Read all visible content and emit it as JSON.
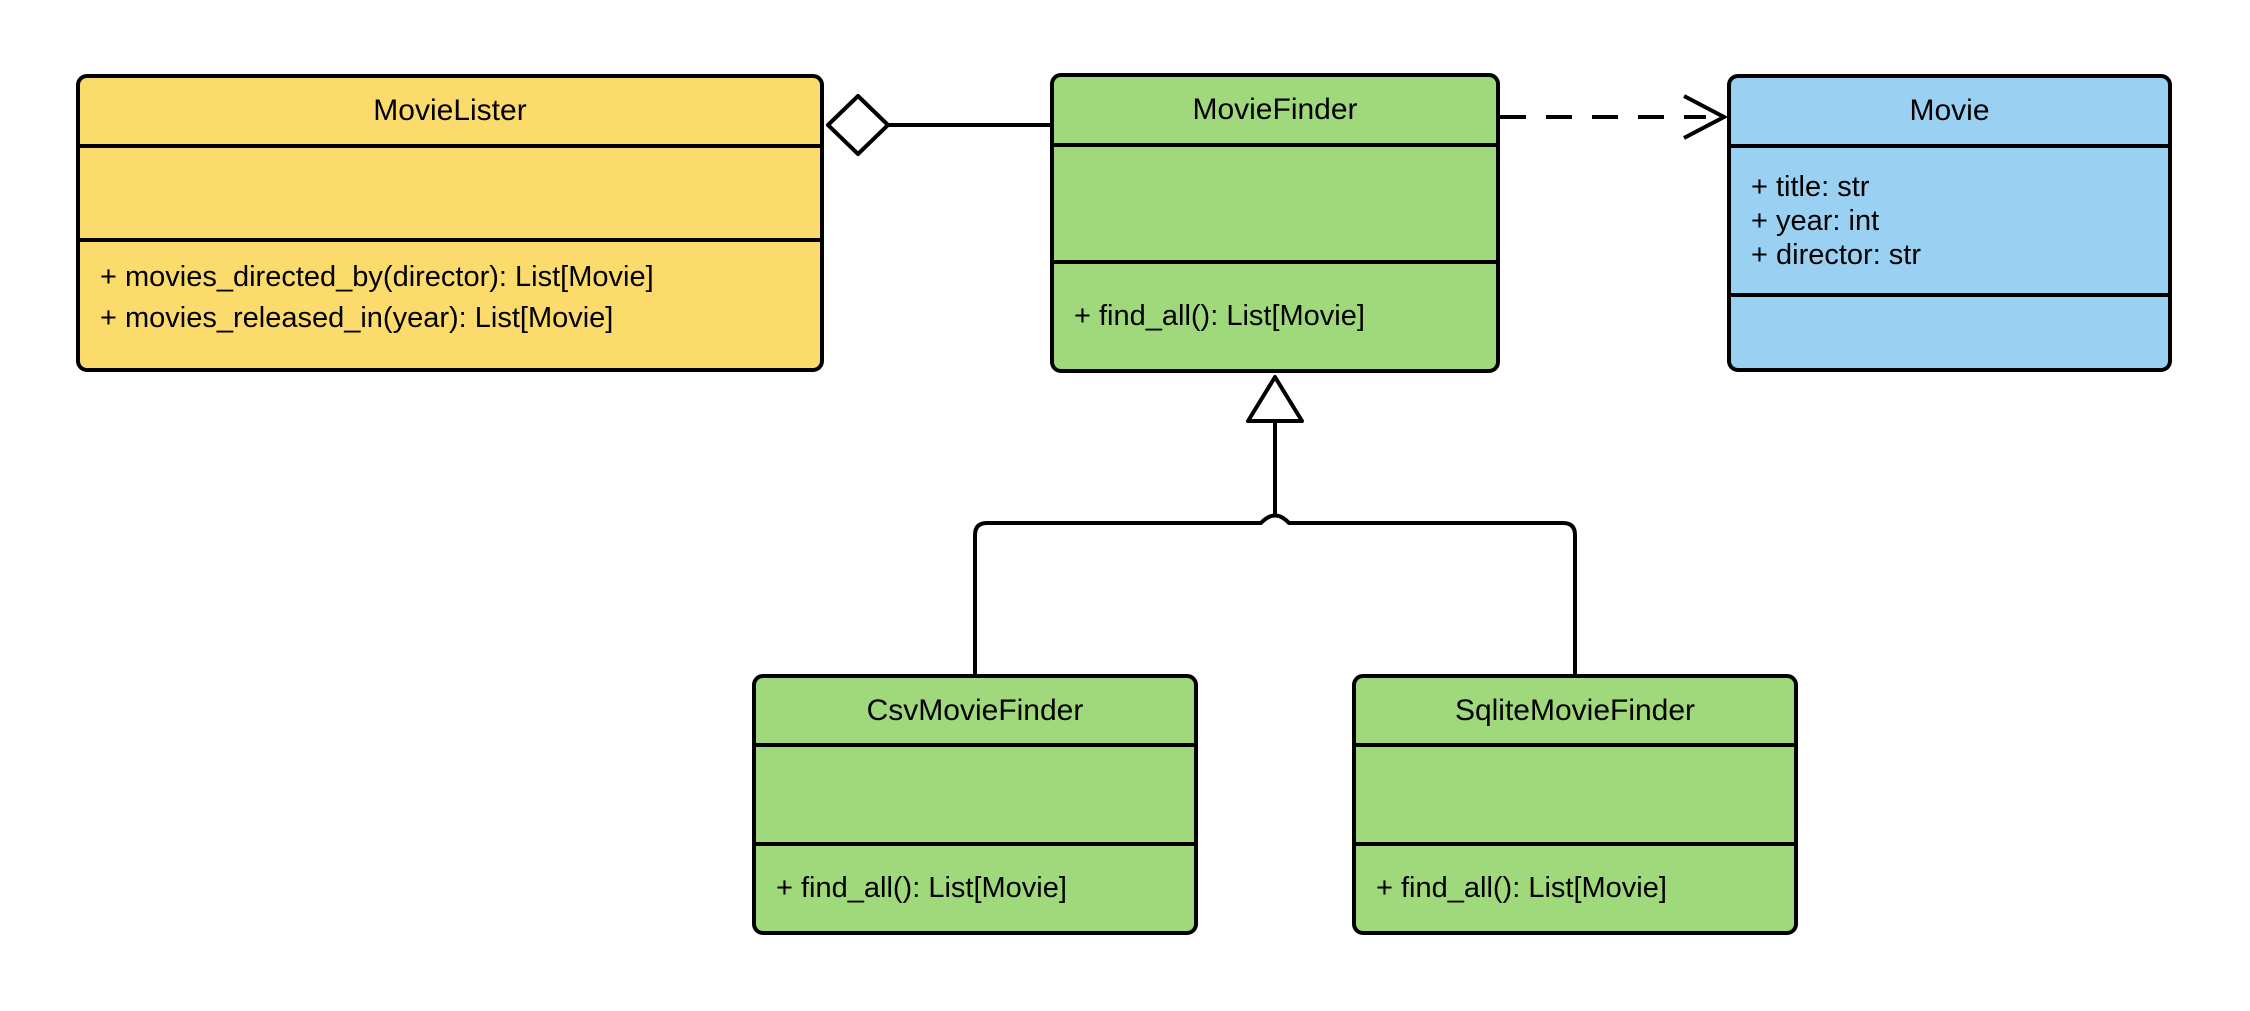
{
  "diagram": {
    "kind": "uml-class-diagram",
    "background": "#ffffff",
    "stroke_color": "#000000",
    "text_color": "#000000"
  },
  "classes": {
    "movie_lister": {
      "name": "MovieLister",
      "fill": "#FCDB6D",
      "attributes": [],
      "methods": [
        "+ movies_directed_by(director): List[Movie]",
        "+ movies_released_in(year): List[Movie]"
      ]
    },
    "movie_finder": {
      "name": "MovieFinder",
      "fill": "#A0D87C",
      "attributes": [],
      "methods": [
        "+ find_all(): List[Movie]"
      ]
    },
    "movie": {
      "name": "Movie",
      "fill": "#9AD1F2",
      "attributes": [
        "+ title: str",
        "+ year: int",
        "+ director: str"
      ],
      "methods": []
    },
    "csv_movie_finder": {
      "name": "CsvMovieFinder",
      "fill": "#A0D87C",
      "attributes": [],
      "methods": [
        "+ find_all(): List[Movie]"
      ]
    },
    "sqlite_movie_finder": {
      "name": "SqliteMovieFinder",
      "fill": "#A0D87C",
      "attributes": [],
      "methods": [
        "+ find_all(): List[Movie]"
      ]
    }
  },
  "relationships": [
    {
      "type": "aggregation",
      "from": "MovieLister",
      "to": "MovieFinder",
      "marker": "hollow-diamond",
      "line": "solid"
    },
    {
      "type": "dependency",
      "from": "MovieFinder",
      "to": "Movie",
      "marker": "open-arrow",
      "line": "dashed"
    },
    {
      "type": "inheritance",
      "from": "CsvMovieFinder",
      "to": "MovieFinder",
      "marker": "hollow-triangle",
      "line": "solid"
    },
    {
      "type": "inheritance",
      "from": "SqliteMovieFinder",
      "to": "MovieFinder",
      "marker": "hollow-triangle",
      "line": "solid"
    }
  ]
}
